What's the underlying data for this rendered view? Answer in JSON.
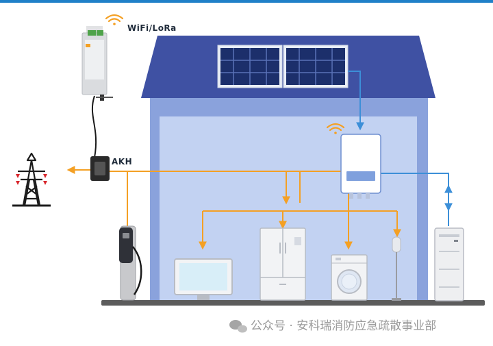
{
  "labels": {
    "comm": "WiFi/LoRa",
    "meter": "AKH"
  },
  "watermark": {
    "text": "公众号 · 安科瑞消防应急疏散事业部",
    "icon": "wechat-icon"
  },
  "colors": {
    "top_bar": "#1f80c8",
    "roof": "#3f51a3",
    "wall": "#8aa2dc",
    "interior": "#c2d2f2",
    "power_line": "#f4a024",
    "signal_line": "#3c8fd8",
    "ground": "#5c5c5c",
    "tower_arrow": "#d8262c"
  }
}
